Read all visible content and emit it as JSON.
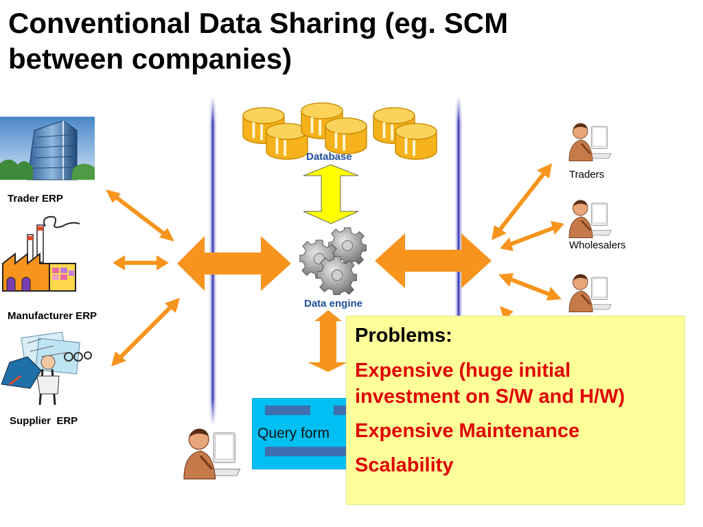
{
  "title": "Conventional Data Sharing (eg. SCM between companies)",
  "left_labels": {
    "trader_erp": "Trader ERP",
    "manufacturer_erp": "Manufacturer ERP",
    "supplier_erp": "Supplier  ERP"
  },
  "center_labels": {
    "database": "Database",
    "data_engine": "Data engine",
    "query_form": "Query form"
  },
  "right_labels": {
    "traders": "Traders",
    "wholesalers": "Wholesalers"
  },
  "problems": {
    "heading": "Problems:",
    "items": [
      "Expensive (huge initial investment on S/W and H/W)",
      "Expensive Maintenance",
      "Scalability"
    ]
  },
  "colors": {
    "arrow_orange": "#f7941d",
    "arrow_yellow": "#ffff00",
    "database_gold": "#f5b21c",
    "wall_blue": "#1a1a9c",
    "query_box": "#00bff2",
    "problems_box": "#ffff99",
    "problems_text": "#e00000"
  }
}
